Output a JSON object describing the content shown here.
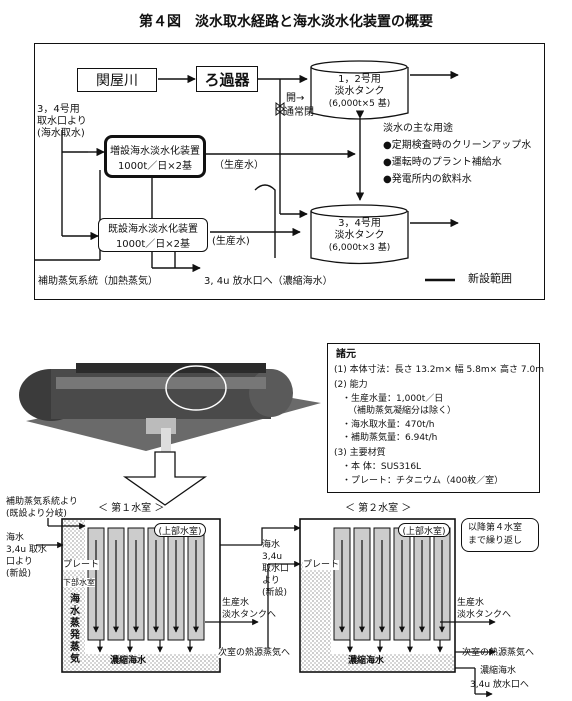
{
  "title": "第４図　淡水取水経路と海水淡水化装置の概要",
  "flow": {
    "sekiya": "関屋川",
    "roka": "ろ過器",
    "tank12_line1": "1，2号用",
    "tank12_line2": "淡水タンク",
    "tank12_line3": "(6,000t×5 基)",
    "open_label": "開→",
    "normal_closed": "通常閉",
    "intake_line1": "3，4号用",
    "intake_line2": "取水口より",
    "intake_line3": "(海水取水)",
    "new_unit_line1": "増設海水淡水化装置",
    "new_unit_line2": "1000t／日×2基",
    "product_water_1": "（生産水）",
    "old_unit_line1": "既設海水淡水化装置",
    "old_unit_line2": "1000t／日×2基",
    "product_water_2": "(生産水)",
    "tank34_line1": "3，4号用",
    "tank34_line2": "淡水タンク",
    "tank34_line3": "(6,000t×3 基)",
    "aux_steam": "補助蒸気系統（加熱蒸気）",
    "discharge": "3, 4u 放水口へ（濃縮海水）",
    "uses_title": "淡水の主な用途",
    "uses": [
      "●定期検査時のクリーンアップ水",
      "●運転時のプラント補給水",
      "●発電所内の飲料水"
    ],
    "legend_new": "新設範囲"
  },
  "specs": {
    "title": "諸元",
    "line1": "(1) 本体寸法：長さ 13.2m× 幅 5.8m× 高さ 7.0m",
    "line2": "(2) 能力",
    "line3": "・生産水量：1,000t／日",
    "line4": "（補助蒸気凝縮分は除く）",
    "line5": "・海水取水量：470t/h",
    "line6": "・補助蒸気量：6.94t/h",
    "line7": "(3) 主要材質",
    "line8": "・本 体：SUS316L",
    "line9": "・プレート：チタニウム（400枚／室）"
  },
  "section": {
    "aux_from_line1": "補助蒸気系統より",
    "aux_from_line2": "(既設より分岐)",
    "room1": "＜ 第１水室 ＞",
    "room2": "＜ 第２水室 ＞",
    "upper_room_1": "(上部水室)",
    "upper_room_2": "(上部水室)",
    "seawater_in_1": "海水",
    "seawater_in_2": "3,4u 取水",
    "seawater_in_3": "口より",
    "seawater_in_4": "(新設)",
    "plate_1": "プレート",
    "lower_room": "下部水室",
    "steam_label": [
      "海",
      "水",
      "蒸",
      "発",
      "蒸",
      "気"
    ],
    "brine_1": "濃縮海水",
    "seawater_b1": "海水",
    "seawater_b2": "3,4u",
    "seawater_b3": "取水口",
    "seawater_b4": "より",
    "seawater_b5": "(新設)",
    "product_to_tank_1a": "生産水",
    "product_to_tank_1b": "淡水タンクへ",
    "next_room_steam_1": "次室の熱源蒸気へ",
    "plate_2": "プレート",
    "repeat_1": "以降第４水室",
    "repeat_2": "まで繰り返し",
    "brine_2": "濃縮海水",
    "product_to_tank_2a": "生産水",
    "product_to_tank_2b": "淡水タンクへ",
    "next_room_steam_2": "次室の熱源蒸気へ",
    "discharge_1": "濃縮海水",
    "discharge_2": "3,4u 放水口へ"
  }
}
